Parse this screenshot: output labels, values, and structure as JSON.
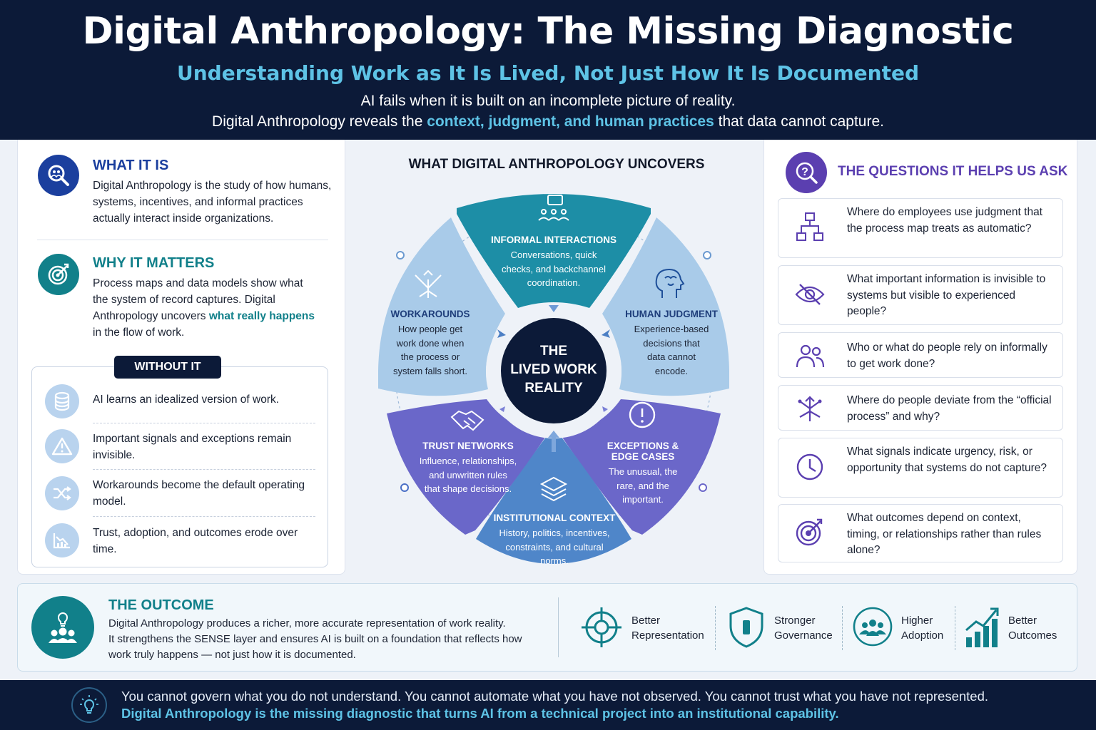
{
  "header": {
    "title": "Digital Anthropology: The Missing Diagnostic",
    "subtitle": "Understanding Work as It Is Lived, Not Just How It Is Documented",
    "line1": "AI fails when it is built on an incomplete picture of reality.",
    "line2_pre": "Digital Anthropology reveals the ",
    "line2_highlight": "context, judgment, and human practices",
    "line2_post": " that data cannot capture."
  },
  "left": {
    "what_it_is": {
      "title": "WHAT IT IS",
      "body": "Digital Anthropology is the study of how humans, systems, incentives, and informal practices actually interact inside organizations."
    },
    "why_it_matters": {
      "title": "WHY IT MATTERS",
      "body_pre": "Process maps and data models show what the system of record captures. Digital Anthropology uncovers ",
      "body_highlight": "what really happens",
      "body_post": " in the flow of work."
    },
    "without_it": {
      "tag": "WITHOUT IT",
      "items": [
        {
          "icon": "database-icon",
          "text": "AI learns an idealized version of work."
        },
        {
          "icon": "warning-icon",
          "text": "Important signals and exceptions remain invisible."
        },
        {
          "icon": "shuffle-icon",
          "text": "Workarounds become the default operating model."
        },
        {
          "icon": "declining-chart-icon",
          "text": "Trust, adoption, and outcomes erode over time."
        }
      ]
    }
  },
  "center": {
    "title": "WHAT DIGITAL ANTHROPOLOGY UNCOVERS",
    "hub_lines": [
      "THE",
      "LIVED WORK",
      "REALITY"
    ],
    "segments": [
      {
        "key": "informal",
        "title": "INFORMAL INTERACTIONS",
        "desc_lines": [
          "Conversations, quick",
          "checks, and backchannel",
          "coordination."
        ],
        "icon": "chat-people-icon",
        "color": "#1d8ea6"
      },
      {
        "key": "judgment",
        "title": "HUMAN JUDGMENT",
        "desc_lines": [
          "Experience-based",
          "decisions that",
          "data cannot",
          "encode."
        ],
        "icon": "head-brain-icon",
        "color": "#a9cbe9"
      },
      {
        "key": "exceptions",
        "title_lines": [
          "EXCEPTIONS &",
          "EDGE CASES"
        ],
        "desc_lines": [
          "The unusual, the",
          "rare, and the",
          "important."
        ],
        "icon": "alert-icon",
        "color": "#6b67c9"
      },
      {
        "key": "institutional",
        "title": "INSTITUTIONAL CONTEXT",
        "desc_lines": [
          "History, politics, incentives,",
          "constraints, and cultural",
          "norms."
        ],
        "icon": "layers-icon",
        "color": "#4f86c9"
      },
      {
        "key": "trust",
        "title": "TRUST NETWORKS",
        "desc_lines": [
          "Influence, relationships,",
          "and unwritten rules",
          "that shape decisions."
        ],
        "icon": "handshake-icon",
        "color": "#6a67c9"
      },
      {
        "key": "workarounds",
        "title": "WORKAROUNDS",
        "desc_lines": [
          "How people get",
          "work done when",
          "the process or",
          "system falls short."
        ],
        "icon": "diverge-arrows-icon",
        "color": "#a9cbe9"
      }
    ]
  },
  "right": {
    "title": "THE QUESTIONS IT HELPS US ASK",
    "questions": [
      {
        "icon": "flowchart-icon",
        "text": "Where do employees use judgment that the process map treats as automatic?"
      },
      {
        "icon": "eye-slash-icon",
        "text": "What important information is invisible to systems but visible to experienced people?"
      },
      {
        "icon": "people-icon",
        "text": "Who or what do people rely on informally to get work done?"
      },
      {
        "icon": "diverge-icon",
        "text": "Where do people deviate from the “official process” and why?"
      },
      {
        "icon": "clock-icon",
        "text": "What signals indicate urgency, risk, or opportunity that systems do not capture?"
      },
      {
        "icon": "target-icon",
        "text": "What outcomes depend on context, timing, or relationships rather than rules alone?"
      }
    ]
  },
  "outcome": {
    "title": "THE OUTCOME",
    "body1": "Digital Anthropology produces a richer, more accurate representation of work reality.",
    "body2": "It strengthens the SENSE layer and ensures AI is built on a foundation that reflects how",
    "body3": "work truly happens — not just how it is documented.",
    "metrics": [
      {
        "icon": "crosshair-icon",
        "line1": "Better",
        "line2": "Representation"
      },
      {
        "icon": "shield-icon",
        "line1": "Stronger",
        "line2": "Governance"
      },
      {
        "icon": "group-icon",
        "line1": "Higher",
        "line2": "Adoption"
      },
      {
        "icon": "growth-chart-icon",
        "line1": "Better",
        "line2": "Outcomes"
      }
    ]
  },
  "footer": {
    "line1": "You cannot govern what you do not understand. You cannot automate what you have not observed. You cannot trust what you have not represented.",
    "line2": "Digital Anthropology is the missing diagnostic that turns AI from a technical project into an institutional capability."
  },
  "colors": {
    "navy": "#0c1a38",
    "teal": "#11808a",
    "purple": "#5b3fb0",
    "cyan": "#5ec3e6"
  }
}
